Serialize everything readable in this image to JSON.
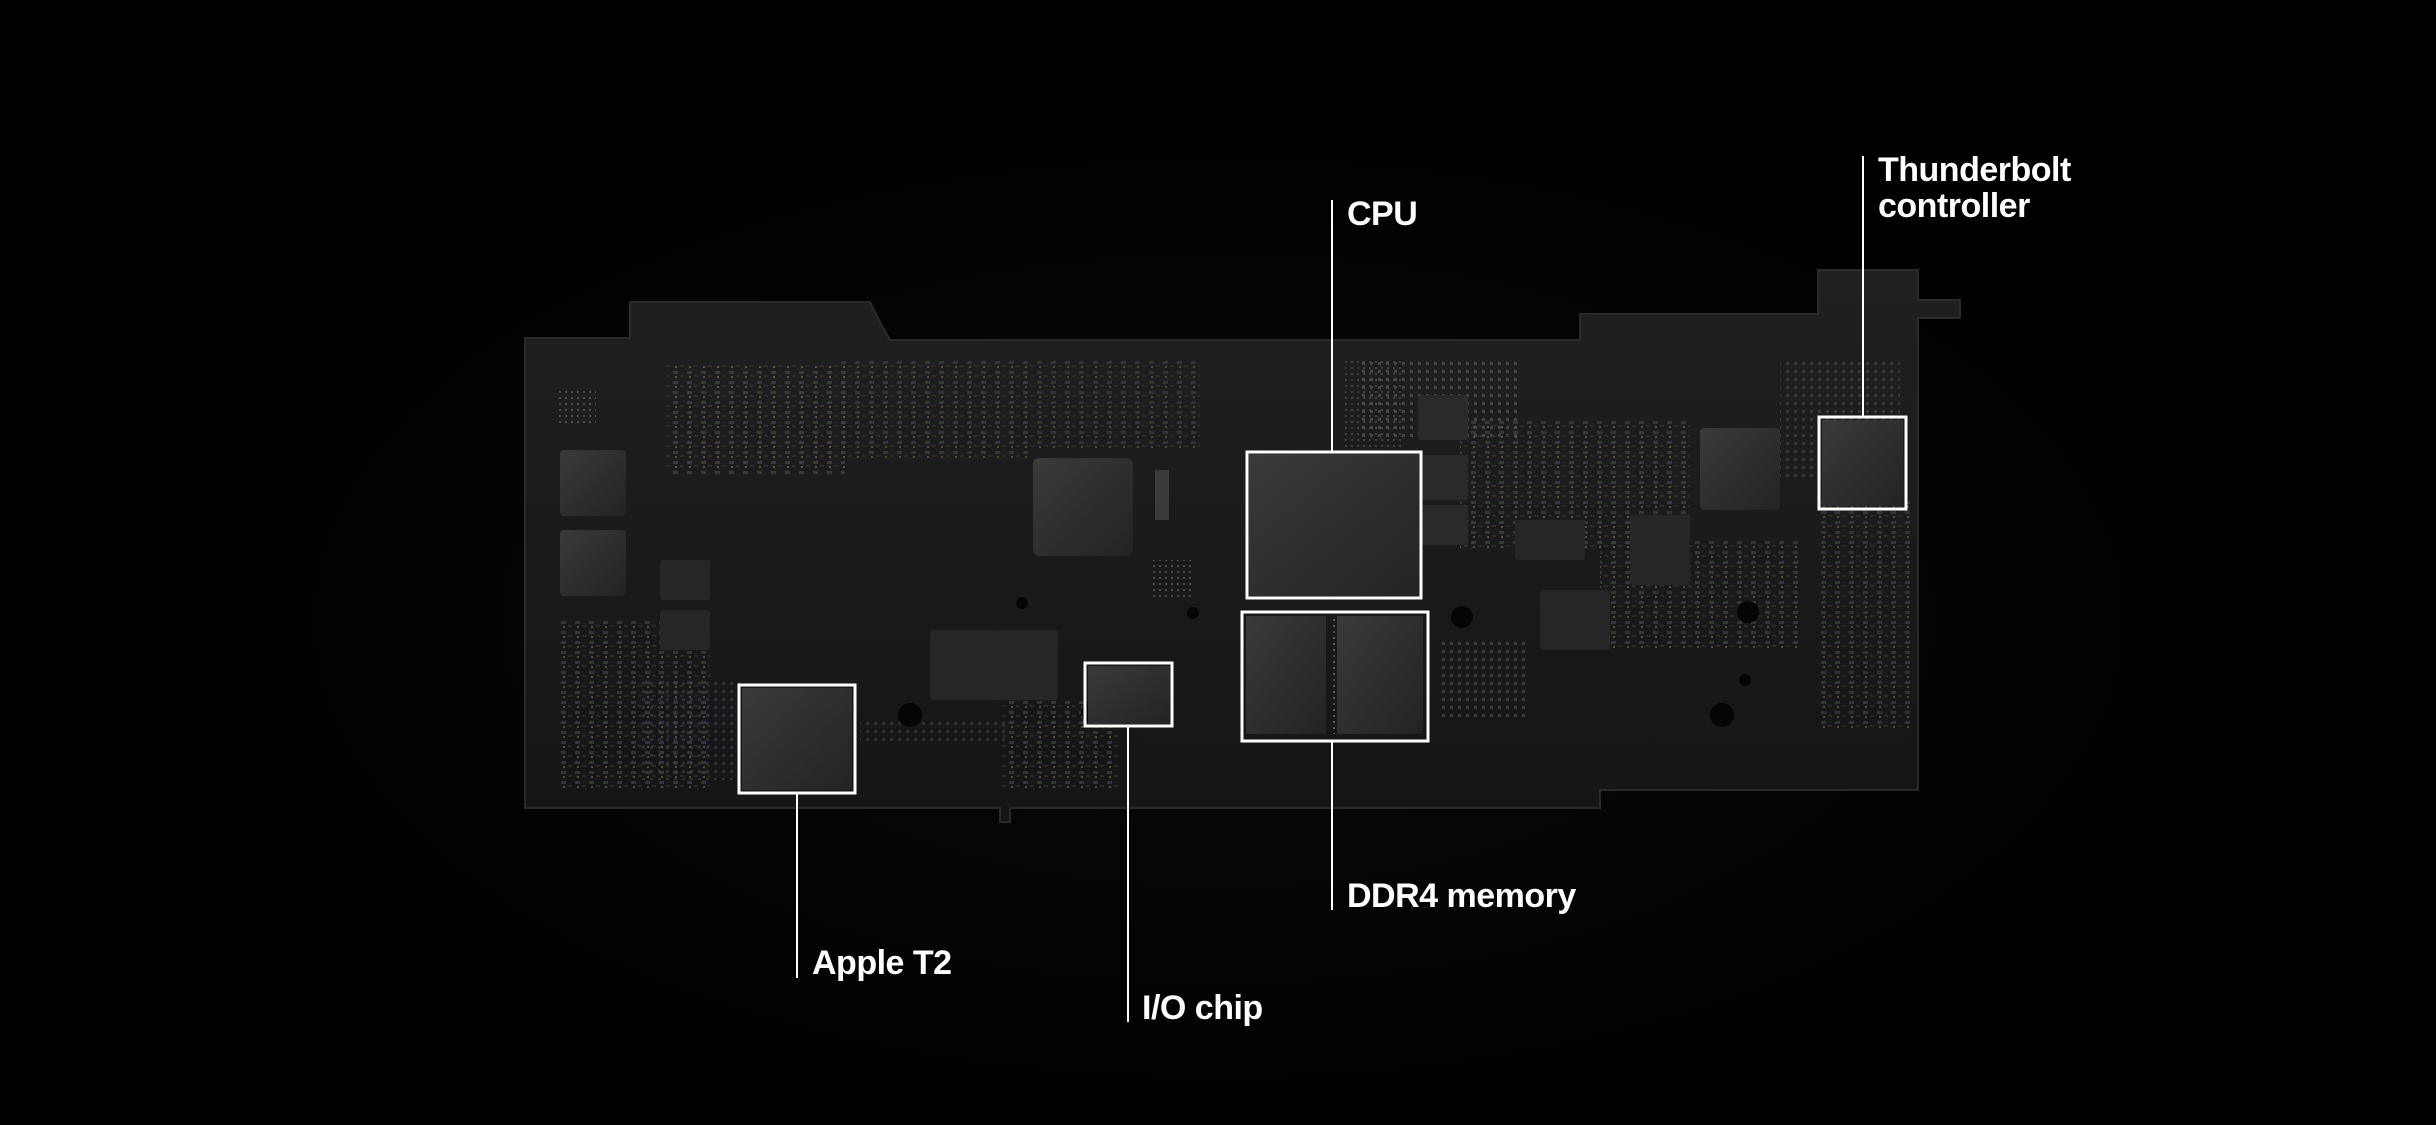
{
  "diagram": {
    "background_color": "#000000",
    "board_color": "#1c1c1e",
    "chip_color": "#2c2c2e",
    "highlight_color": "#ffffff",
    "callouts": [
      {
        "id": "cpu",
        "label": "CPU"
      },
      {
        "id": "thunderbolt",
        "label": "Thunderbolt controller",
        "lines": [
          "Thunderbolt",
          "controller"
        ]
      },
      {
        "id": "ddr4",
        "label": "DDR4 memory"
      },
      {
        "id": "t2",
        "label": "Apple T2"
      },
      {
        "id": "io",
        "label": "I/O chip"
      }
    ]
  }
}
